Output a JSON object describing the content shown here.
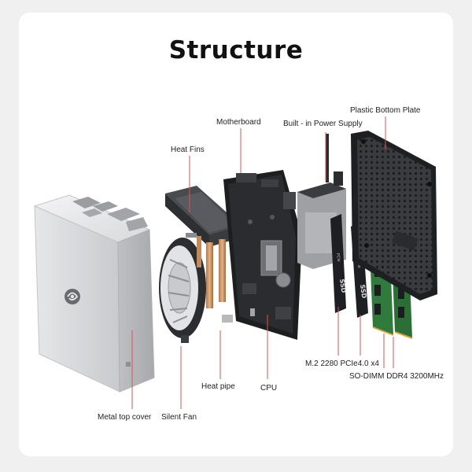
{
  "title": "Structure",
  "accent_color": "#d9534f",
  "labels": {
    "metal_top_cover": "Metal top cover",
    "silent_fan": "Silent Fan",
    "heat_pipe": "Heat pipe",
    "cpu": "CPU",
    "heat_fins": "Heat Fins",
    "motherboard": "Motherboard",
    "power_supply": "Built - in Power Supply",
    "bottom_plate": "Plastic Bottom Plate",
    "m2_ssd": "M.2 2280 PCIe4.0 x4",
    "ram": "SO-DIMM DDR4 3200MHz"
  },
  "ssd_text": "SSD",
  "ssd_brand": "PCIe",
  "logo": "swirl-logo-icon"
}
